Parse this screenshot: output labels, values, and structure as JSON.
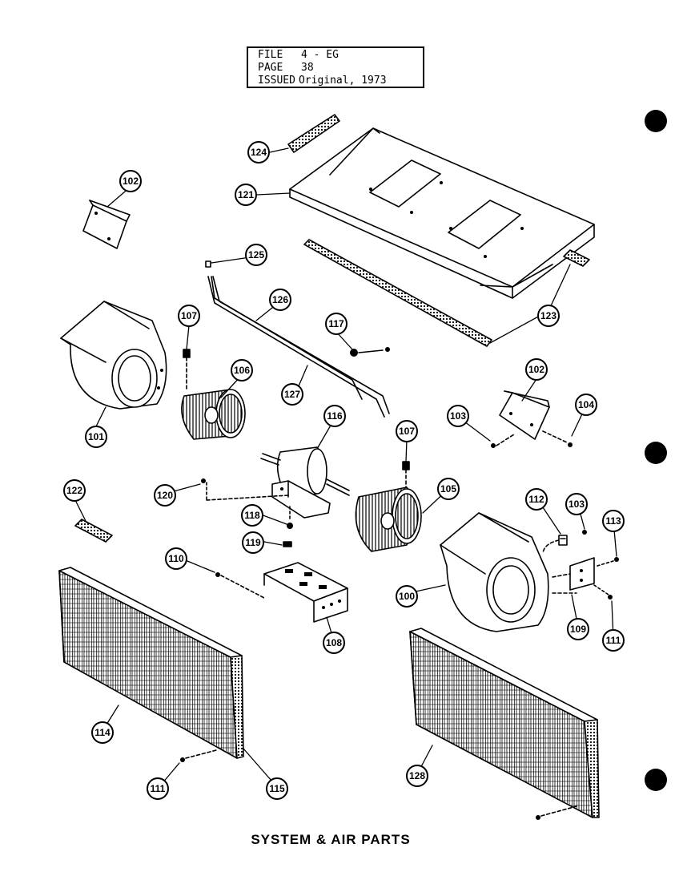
{
  "header": {
    "file_label": "FILE",
    "file_value": "4 - EG",
    "page_label": "PAGE",
    "page_value": "38",
    "issued_label": "ISSUED",
    "issued_value": "Original, 1973"
  },
  "caption": "SYSTEM & AIR PARTS",
  "callouts": {
    "c101": "101",
    "c102a": "102",
    "c102b": "102",
    "c103a": "103",
    "c103b": "103",
    "c104": "104",
    "c105": "105",
    "c106": "106",
    "c107a": "107",
    "c107b": "107",
    "c108": "108",
    "c109": "109",
    "c110": "110",
    "c111a": "111",
    "c111b": "111",
    "c112": "112",
    "c113": "113",
    "c114": "114",
    "c115": "115",
    "c116": "116",
    "c117": "117",
    "c118": "118",
    "c119": "119",
    "c120": "120",
    "c121": "121",
    "c122": "122",
    "c123": "123",
    "c124": "124",
    "c125": "125",
    "c126": "126",
    "c127": "127",
    "c128": "128",
    "c100": "100"
  }
}
